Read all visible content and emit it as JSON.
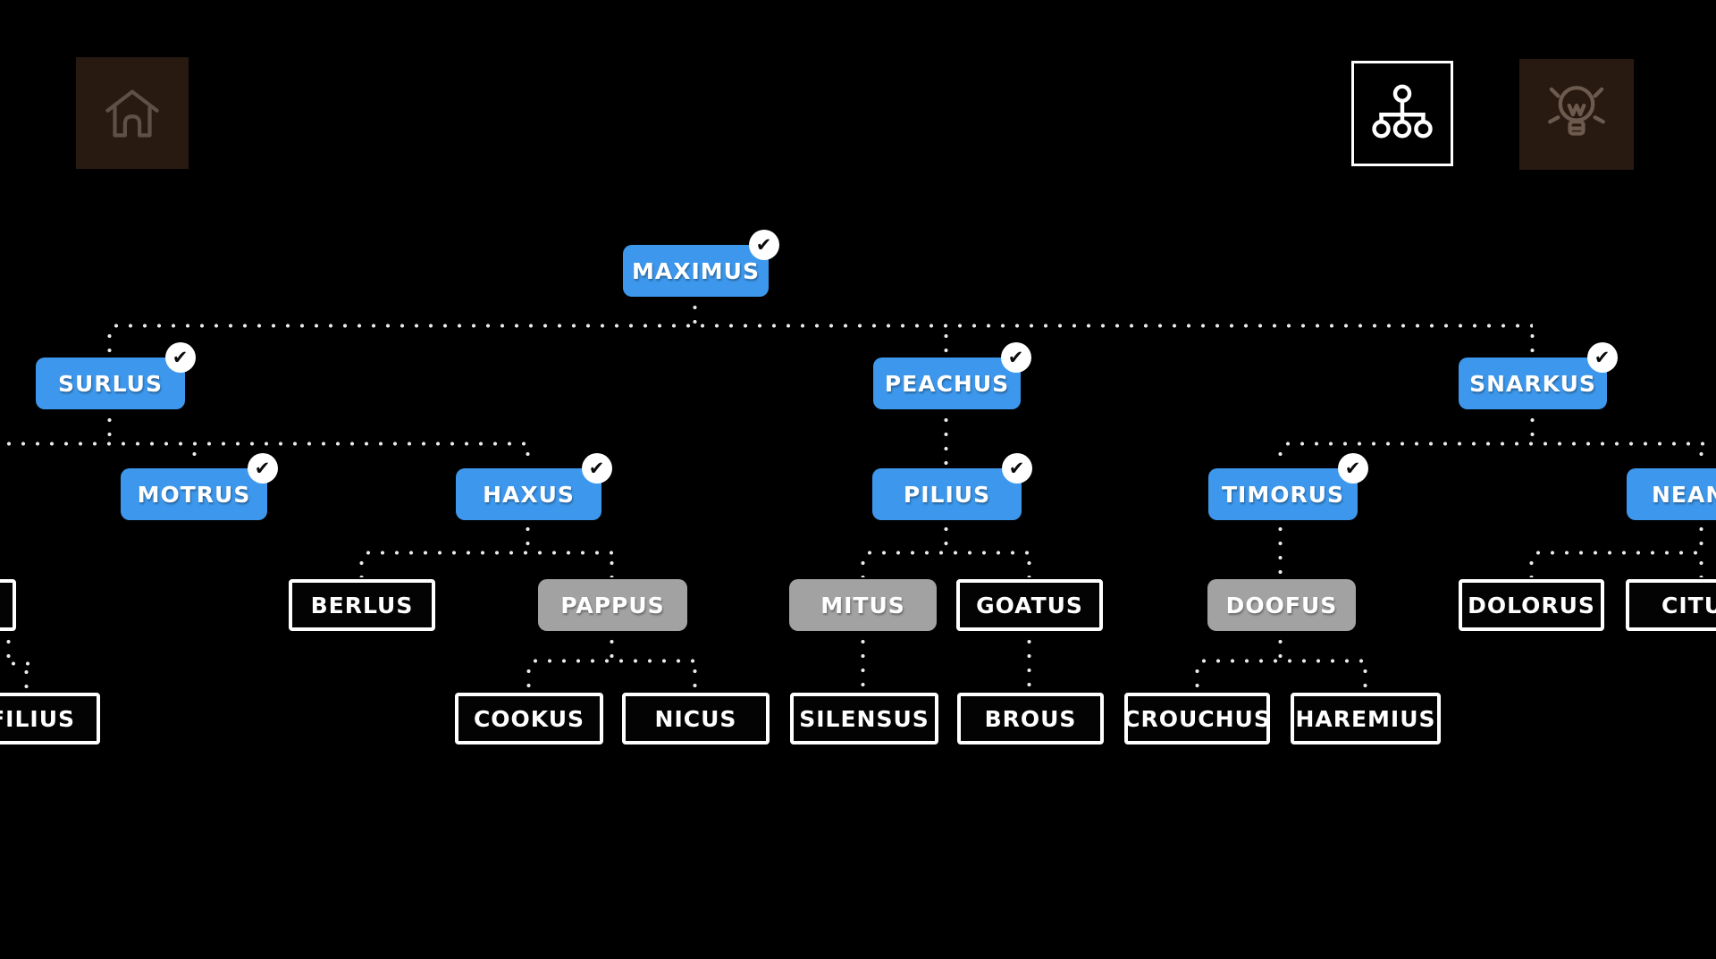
{
  "app": {
    "background": "#000000"
  },
  "colors": {
    "node_solved_blue": "#3d98ed",
    "node_revealed_gray": "#a2a2a2",
    "node_unsolved_border": "#ffffff",
    "connector": "#ffffff",
    "dim_button_bg": "#281a11",
    "dim_button_icon": "#6b5a4d"
  },
  "icons": {
    "check": "✔"
  },
  "toolbar": {
    "home_button": {
      "icon": "home-icon",
      "state": "dimmed"
    },
    "tree_view_button": {
      "icon": "hierarchy-icon",
      "state": "active"
    },
    "hint_button": {
      "icon": "lightbulb-icon",
      "state": "dimmed"
    }
  },
  "tree": {
    "nodes": [
      {
        "id": "maximus",
        "label": "MAXIMUS",
        "variant": "solved-blue",
        "checked": true,
        "clipped": null
      },
      {
        "id": "surlus",
        "label": "SURLUS",
        "variant": "solved-blue",
        "checked": true,
        "clipped": null
      },
      {
        "id": "peachus",
        "label": "PEACHUS",
        "variant": "solved-blue",
        "checked": true,
        "clipped": null
      },
      {
        "id": "snarkus",
        "label": "SNARKUS",
        "variant": "solved-blue",
        "checked": true,
        "clipped": null
      },
      {
        "id": "motrus",
        "label": "MOTRUS",
        "variant": "solved-blue",
        "checked": true,
        "clipped": null
      },
      {
        "id": "haxus",
        "label": "HAXUS",
        "variant": "solved-blue",
        "checked": true,
        "clipped": null
      },
      {
        "id": "pilius",
        "label": "PILIUS",
        "variant": "solved-blue",
        "checked": true,
        "clipped": null
      },
      {
        "id": "timorus",
        "label": "TIMORUS",
        "variant": "solved-blue",
        "checked": true,
        "clipped": null
      },
      {
        "id": "nean",
        "label": "NEAN",
        "variant": "solved-blue",
        "checked": false,
        "clipped": "right"
      },
      {
        "id": "left-partial",
        "label": "",
        "variant": "unsolved-outline",
        "checked": false,
        "clipped": "left"
      },
      {
        "id": "berlus",
        "label": "BERLUS",
        "variant": "unsolved-outline",
        "checked": false,
        "clipped": null
      },
      {
        "id": "pappus",
        "label": "PAPPUS",
        "variant": "revealed-gray",
        "checked": false,
        "clipped": null
      },
      {
        "id": "mitus",
        "label": "MITUS",
        "variant": "revealed-gray",
        "checked": false,
        "clipped": null
      },
      {
        "id": "goatus",
        "label": "GOATUS",
        "variant": "unsolved-outline",
        "checked": false,
        "clipped": null
      },
      {
        "id": "doofus",
        "label": "DOOFUS",
        "variant": "revealed-gray",
        "checked": false,
        "clipped": null
      },
      {
        "id": "dolorus",
        "label": "DOLORUS",
        "variant": "unsolved-outline",
        "checked": false,
        "clipped": null
      },
      {
        "id": "citu",
        "label": "CITU",
        "variant": "unsolved-outline",
        "checked": false,
        "clipped": "right"
      },
      {
        "id": "filius",
        "label": "FILIUS",
        "variant": "unsolved-outline",
        "checked": false,
        "clipped": "left"
      },
      {
        "id": "cookus",
        "label": "COOKUS",
        "variant": "unsolved-outline",
        "checked": false,
        "clipped": null
      },
      {
        "id": "nicus",
        "label": "NICUS",
        "variant": "unsolved-outline",
        "checked": false,
        "clipped": null
      },
      {
        "id": "silensus",
        "label": "SILENSUS",
        "variant": "unsolved-outline",
        "checked": false,
        "clipped": null
      },
      {
        "id": "brous",
        "label": "BROUS",
        "variant": "unsolved-outline",
        "checked": false,
        "clipped": null
      },
      {
        "id": "crouchus",
        "label": "CROUCHUS",
        "variant": "unsolved-outline",
        "checked": false,
        "clipped": null
      },
      {
        "id": "haremius",
        "label": "HAREMIUS",
        "variant": "unsolved-outline",
        "checked": false,
        "clipped": null
      }
    ],
    "edges": [
      {
        "from": "maximus",
        "to": "surlus"
      },
      {
        "from": "maximus",
        "to": "peachus"
      },
      {
        "from": "maximus",
        "to": "snarkus"
      },
      {
        "from": "surlus",
        "to": "motrus"
      },
      {
        "from": "surlus",
        "to": "haxus"
      },
      {
        "from": "peachus",
        "to": "pilius"
      },
      {
        "from": "snarkus",
        "to": "timorus"
      },
      {
        "from": "snarkus",
        "to": "nean"
      },
      {
        "from": "haxus",
        "to": "berlus"
      },
      {
        "from": "haxus",
        "to": "pappus"
      },
      {
        "from": "pilius",
        "to": "mitus"
      },
      {
        "from": "pilius",
        "to": "goatus"
      },
      {
        "from": "timorus",
        "to": "doofus"
      },
      {
        "from": "nean",
        "to": "dolorus"
      },
      {
        "from": "nean",
        "to": "citu"
      },
      {
        "from": "left-partial",
        "to": "filius"
      },
      {
        "from": "pappus",
        "to": "cookus"
      },
      {
        "from": "pappus",
        "to": "nicus"
      },
      {
        "from": "mitus",
        "to": "silensus"
      },
      {
        "from": "goatus",
        "to": "brous"
      },
      {
        "from": "doofus",
        "to": "crouchus"
      },
      {
        "from": "doofus",
        "to": "haremius"
      }
    ]
  }
}
